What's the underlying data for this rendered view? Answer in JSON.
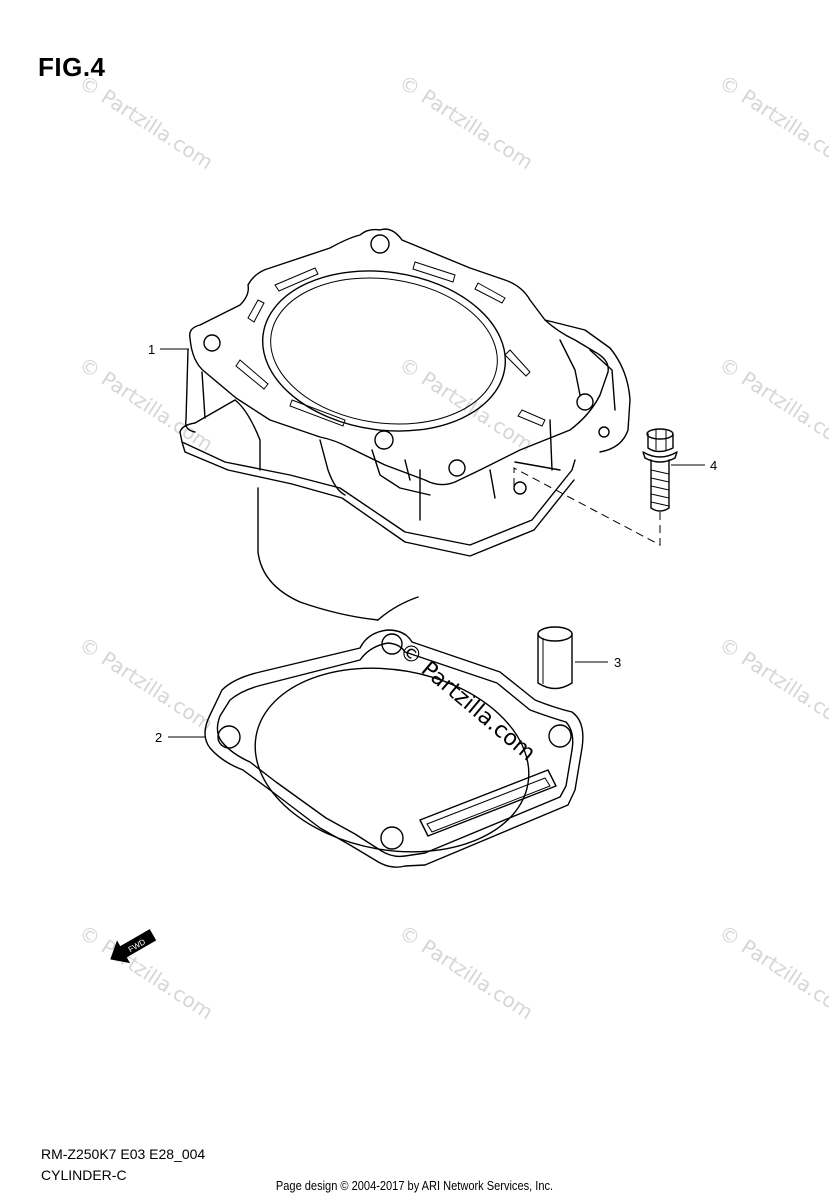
{
  "figure": {
    "title": "FIG.4"
  },
  "model_code": "RM-Z250K7 E03 E28_004",
  "diagram_name": "CYLINDER-C",
  "footer": "Page design © 2004-2017 by ARI Network Services, Inc.",
  "watermark": "© Partzilla.com",
  "callouts": [
    {
      "number": "1",
      "part": "cylinder"
    },
    {
      "number": "2",
      "part": "cylinder-gasket"
    },
    {
      "number": "3",
      "part": "dowel-pin"
    },
    {
      "number": "4",
      "part": "bolt"
    }
  ],
  "fwd_arrow": {
    "label": "FWD",
    "icon": "fwd-arrow-icon"
  }
}
